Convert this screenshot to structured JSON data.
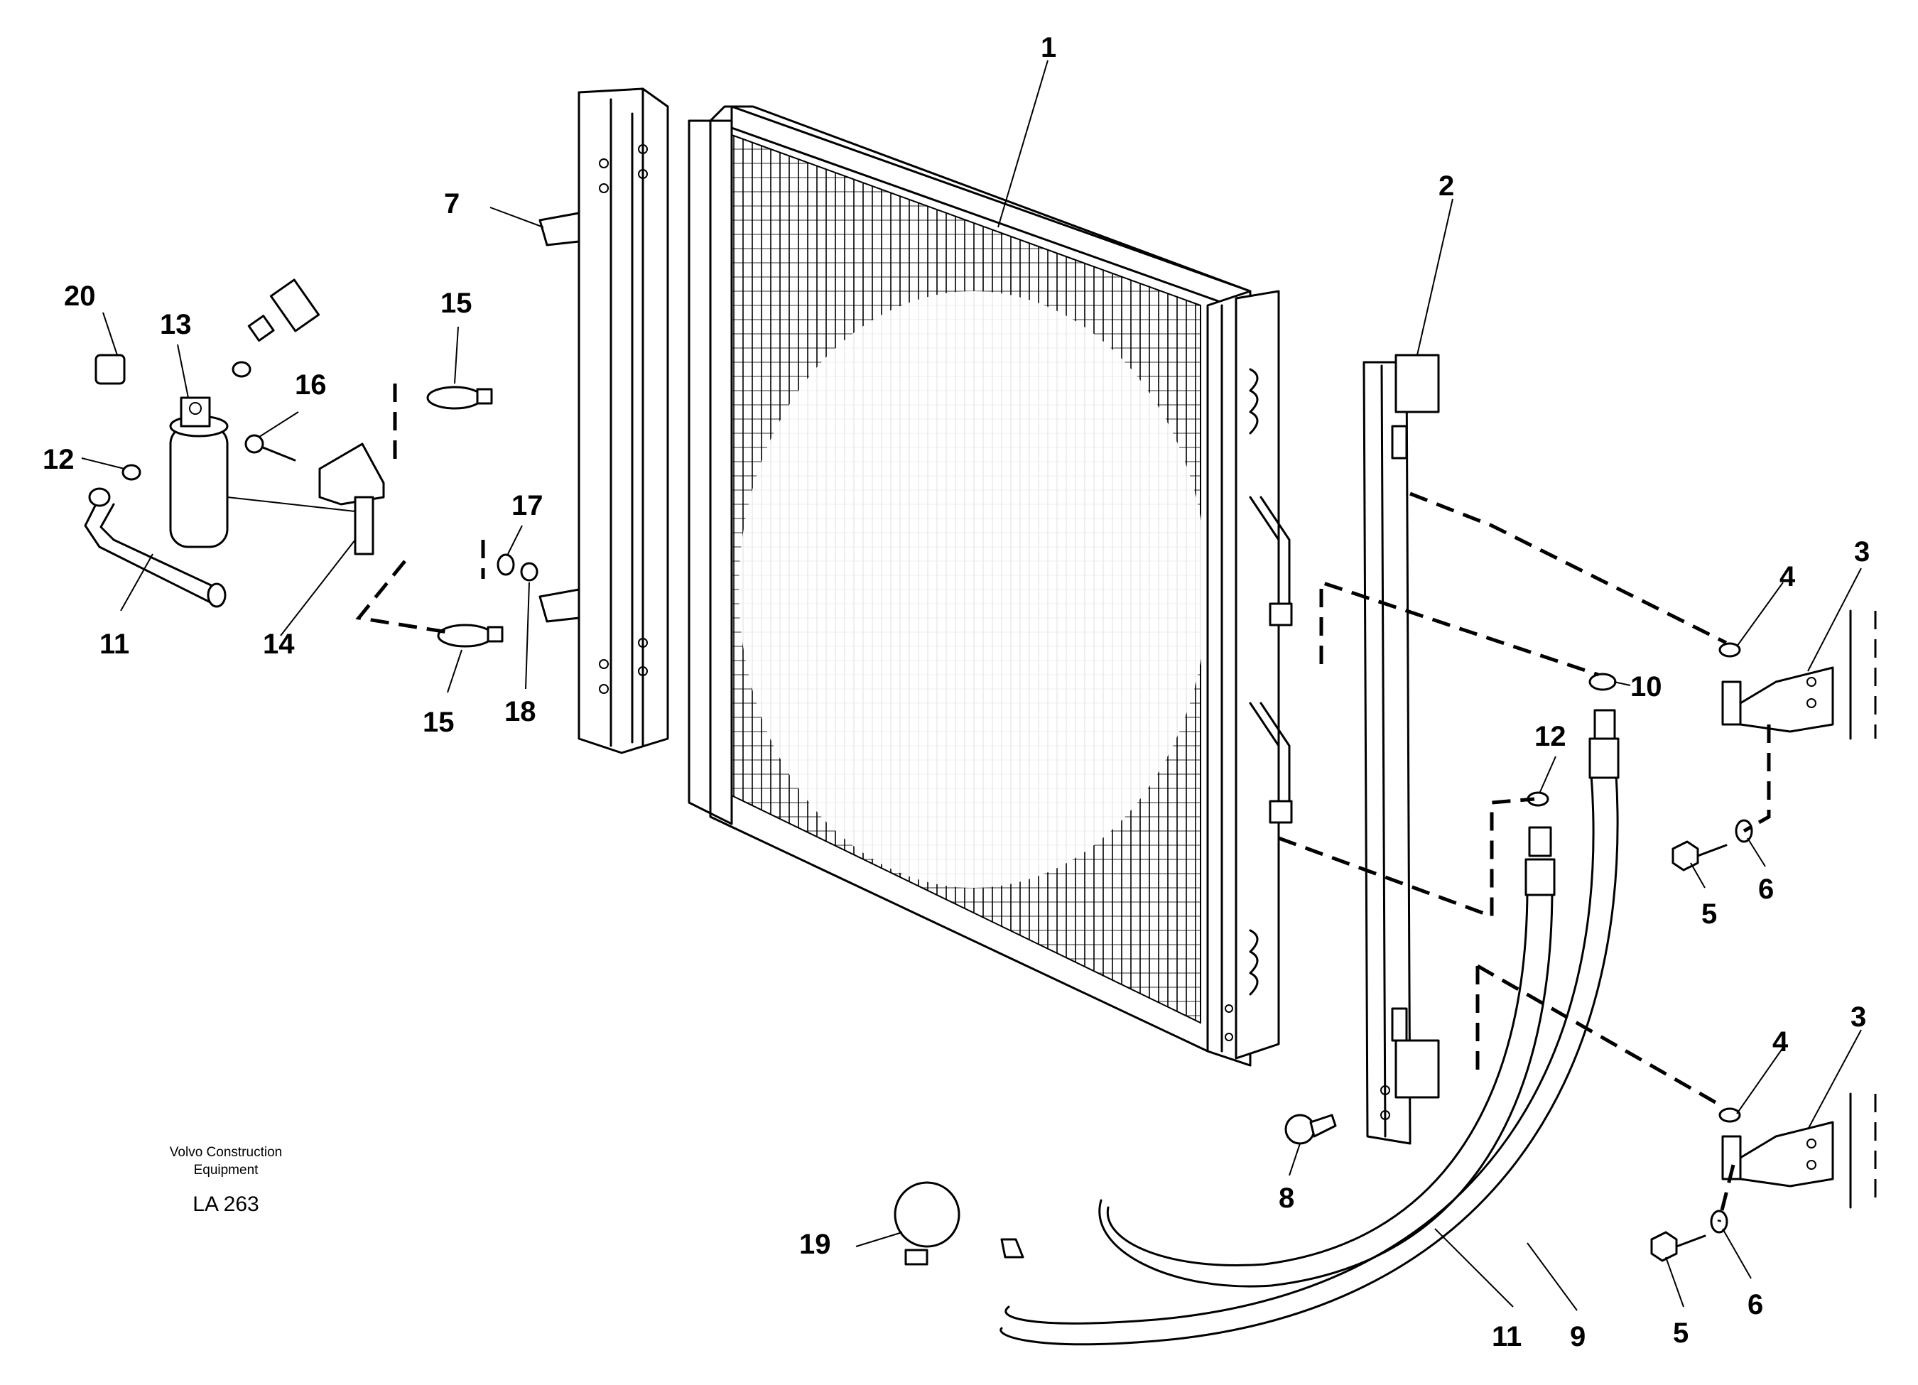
{
  "callouts": {
    "c1": "1",
    "c2": "2",
    "c3a": "3",
    "c3b": "3",
    "c4a": "4",
    "c4b": "4",
    "c5a": "5",
    "c5b": "5",
    "c6a": "6",
    "c6b": "6",
    "c7": "7",
    "c8": "8",
    "c9": "9",
    "c10": "10",
    "c11a": "11",
    "c11b": "11",
    "c12a": "12",
    "c12b": "12",
    "c13": "13",
    "c14": "14",
    "c15a": "15",
    "c15b": "15",
    "c16": "16",
    "c17": "17",
    "c18": "18",
    "c19": "19",
    "c20": "20"
  },
  "caption": {
    "line1": "Volvo Construction",
    "line2": "Equipment",
    "code": "LA 263"
  },
  "parts": [
    "condenser",
    "right-bracket",
    "mounting-bracket",
    "washer",
    "bolt",
    "washer",
    "left-rail",
    "bolt",
    "hose",
    "o-ring",
    "hose",
    "o-ring",
    "receiver-drier",
    "bracket",
    "hose-clamp",
    "screw",
    "washer",
    "nut",
    "cable-tie",
    "cap"
  ]
}
